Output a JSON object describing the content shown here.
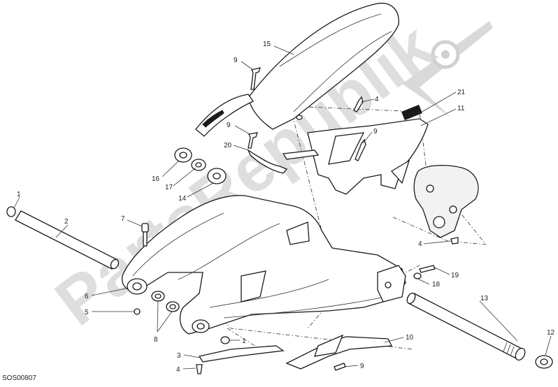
{
  "diagram": {
    "code": "SOS00807",
    "watermark_text": "PartsRepublik",
    "watermark_icon": "gear-icon",
    "callouts": [
      {
        "id": "c1",
        "label": "1"
      },
      {
        "id": "c2",
        "label": "2"
      },
      {
        "id": "c3",
        "label": "3"
      },
      {
        "id": "c4a",
        "label": "4"
      },
      {
        "id": "c4b",
        "label": "4"
      },
      {
        "id": "c4c",
        "label": "4"
      },
      {
        "id": "c5",
        "label": "5"
      },
      {
        "id": "c6",
        "label": "6"
      },
      {
        "id": "c7",
        "label": "7"
      },
      {
        "id": "c8",
        "label": "8"
      },
      {
        "id": "c9a",
        "label": "9"
      },
      {
        "id": "c9b",
        "label": "9"
      },
      {
        "id": "c9c",
        "label": "9"
      },
      {
        "id": "c9d",
        "label": "9"
      },
      {
        "id": "c10",
        "label": "10"
      },
      {
        "id": "c11",
        "label": "11"
      },
      {
        "id": "c12",
        "label": "12"
      },
      {
        "id": "c13",
        "label": "13"
      },
      {
        "id": "c14",
        "label": "14"
      },
      {
        "id": "c15",
        "label": "15"
      },
      {
        "id": "c16",
        "label": "16"
      },
      {
        "id": "c17",
        "label": "17"
      },
      {
        "id": "c18",
        "label": "18"
      },
      {
        "id": "c19",
        "label": "19"
      },
      {
        "id": "c20",
        "label": "20"
      },
      {
        "id": "c21",
        "label": "21"
      },
      {
        "id": "c1b",
        "label": "1"
      }
    ]
  }
}
